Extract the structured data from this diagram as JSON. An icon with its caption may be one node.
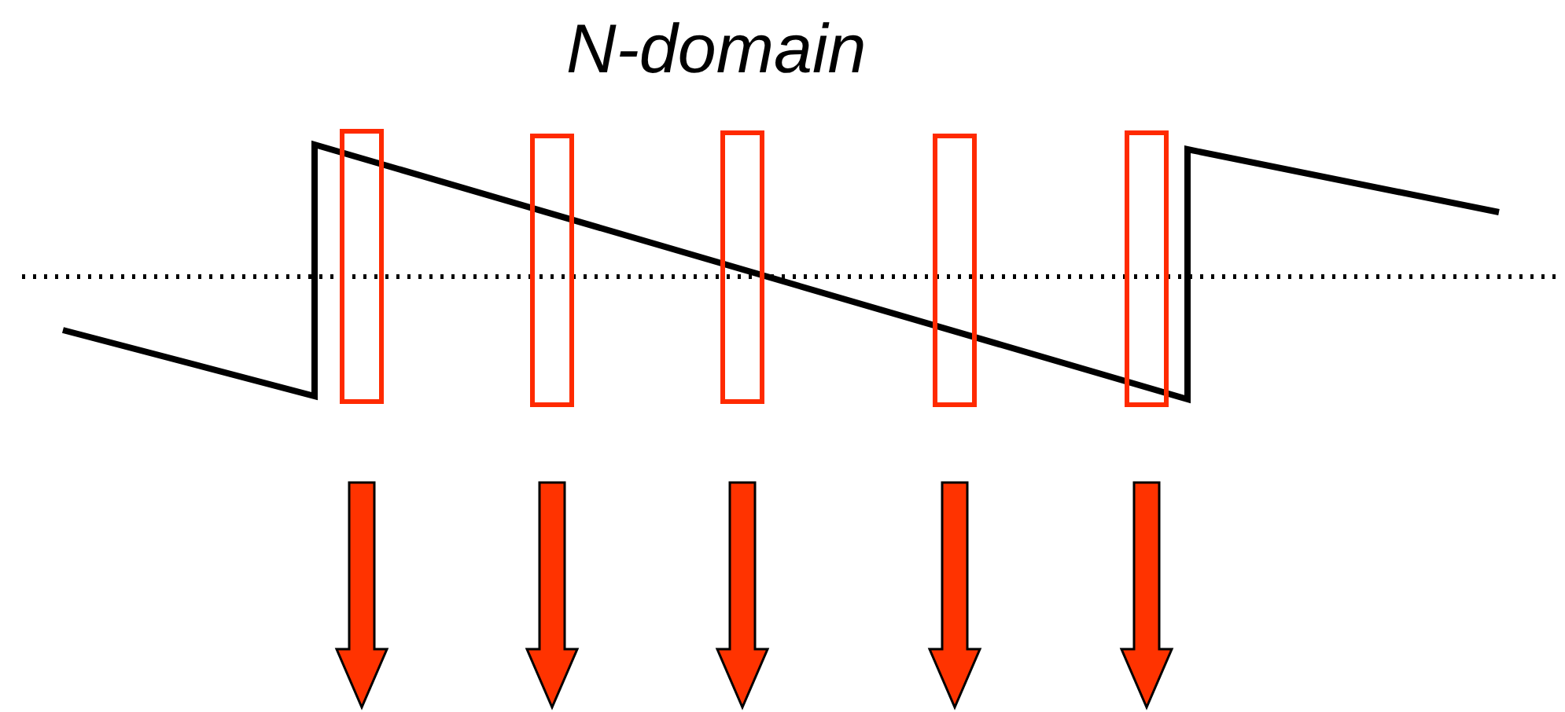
{
  "diagram": {
    "title": "N-domain",
    "nodes": [
      {
        "text": [],
        "shape": "box"
      },
      {
        "text": [],
        "shape": "box"
      },
      {
        "text": [],
        "shape": "box"
      },
      {
        "text": [],
        "shape": "box"
      },
      {
        "text": [],
        "shape": "box"
      }
    ]
  }
}
